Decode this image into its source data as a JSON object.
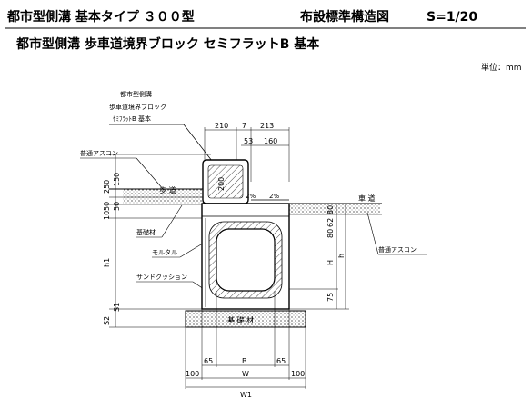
{
  "header": {
    "title_left": "都市型側溝 基本タイプ ３００型",
    "title_mid": "布設標準構造図",
    "scale": "S=1/20",
    "subtitle": "都市型側溝 歩車道境界ブロック セミフラットB 基本",
    "unit": "単位：mm"
  },
  "labels": {
    "block_name_1": "都市型側溝",
    "block_name_2": "歩車道境界ブロック",
    "block_name_3": "ｾﾐﾌﾗｯﾄB 基本",
    "ascon_left": "普通アスコン",
    "sidewalk": "歩 道",
    "foundation_left": "基礎材",
    "mortar": "モルタル",
    "sand_cushion": "サンドクッション",
    "foundation_bottom": "基 礎 材",
    "roadway": "車 道",
    "ascon_right": "普通アスコン"
  },
  "dims": {
    "top_210": "210",
    "top_7": "7",
    "top_213": "213",
    "top_53": "53",
    "top_160": "160",
    "left_250": "250",
    "left_150": "150",
    "left_50a": "50",
    "left_50b": "50",
    "left_10": "10",
    "left_h1": "h1",
    "left_s2": "S2",
    "left_s1": "S1",
    "block_200": "200",
    "block_50": "50",
    "slope_1": "2%",
    "slope_2": "2%",
    "right_80": "80",
    "right_62": "62",
    "right_80b": "80",
    "right_H": "H",
    "right_75": "75",
    "right_h": "h",
    "bot_65a": "65",
    "bot_B": "B",
    "bot_65b": "65",
    "bot_100a": "100",
    "bot_W": "W",
    "bot_100b": "100",
    "bot_W1": "W1"
  }
}
